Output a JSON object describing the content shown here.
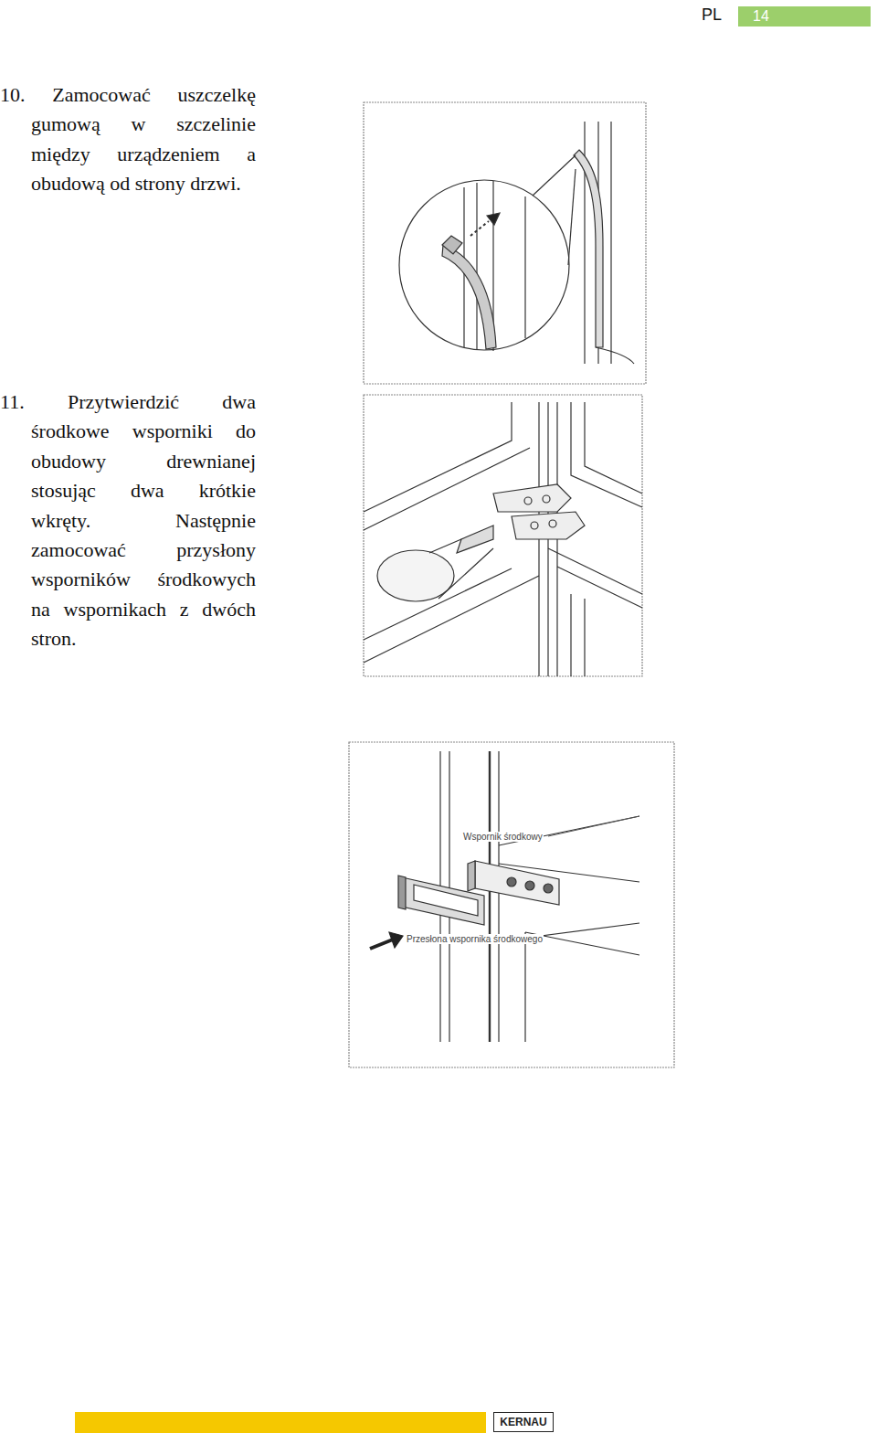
{
  "diagram": {
    "nodes": [
      {
        "text": [
          "14"
        ]
      },
      {
        "text": [
          "KERNAU"
        ]
      }
    ],
    "labels": [
      "PL",
      "10. Zamocować uszczelkę gumową w szczelinie między urządzeniem a obudową od strony drzwi.",
      "11. Przytwierdzić dwa środkowe wsporniki do obudowy drewnianej stosując dwa krótkie wkręty. Następnie zamocować przysłony wsporników środkowych na wspornikach z dwóch stron.",
      "Wspornik środkowy",
      "Przesłona wspornika środkowego"
    ]
  }
}
